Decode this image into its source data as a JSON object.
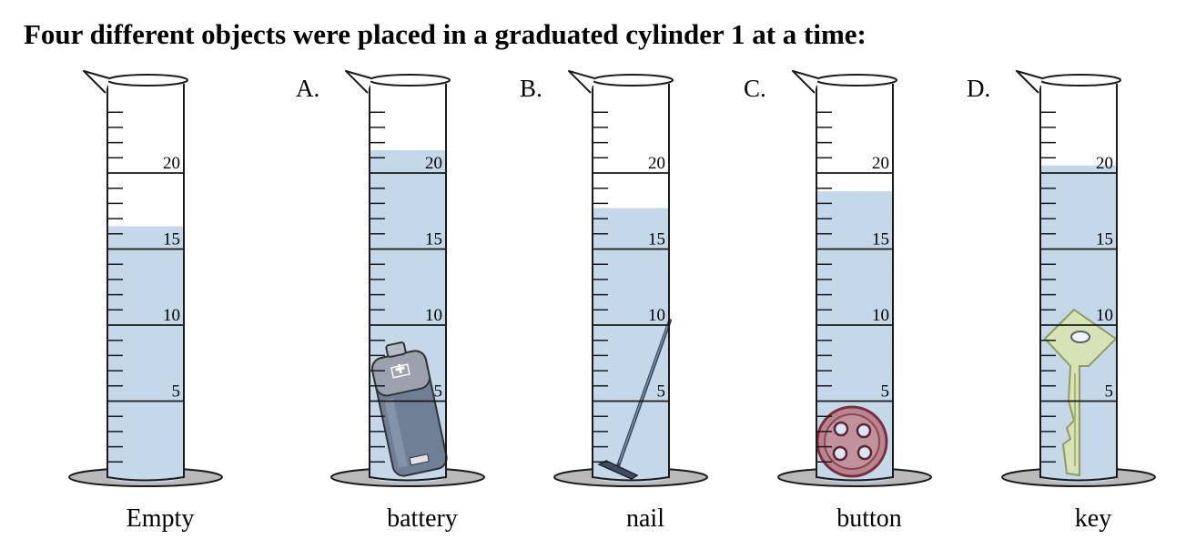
{
  "title": "Four different objects were placed in a graduated cylinder 1 at a time:",
  "scale_labels": [
    "5",
    "10",
    "15",
    "20"
  ],
  "colors": {
    "water": "#c4d8ea",
    "ink": "#1a1a1a",
    "base": "#b9b9b9"
  },
  "cylinders": [
    {
      "letter": "",
      "caption": "Empty",
      "water_level": 16.5,
      "object": "none"
    },
    {
      "letter": "A.",
      "caption": "battery",
      "water_level": 21.5,
      "object": "battery-icon"
    },
    {
      "letter": "B.",
      "caption": "nail",
      "water_level": 17.7,
      "object": "nail-icon"
    },
    {
      "letter": "C.",
      "caption": "button",
      "water_level": 18.8,
      "object": "button-icon"
    },
    {
      "letter": "D.",
      "caption": "key",
      "water_level": 20.5,
      "object": "key-icon"
    }
  ]
}
